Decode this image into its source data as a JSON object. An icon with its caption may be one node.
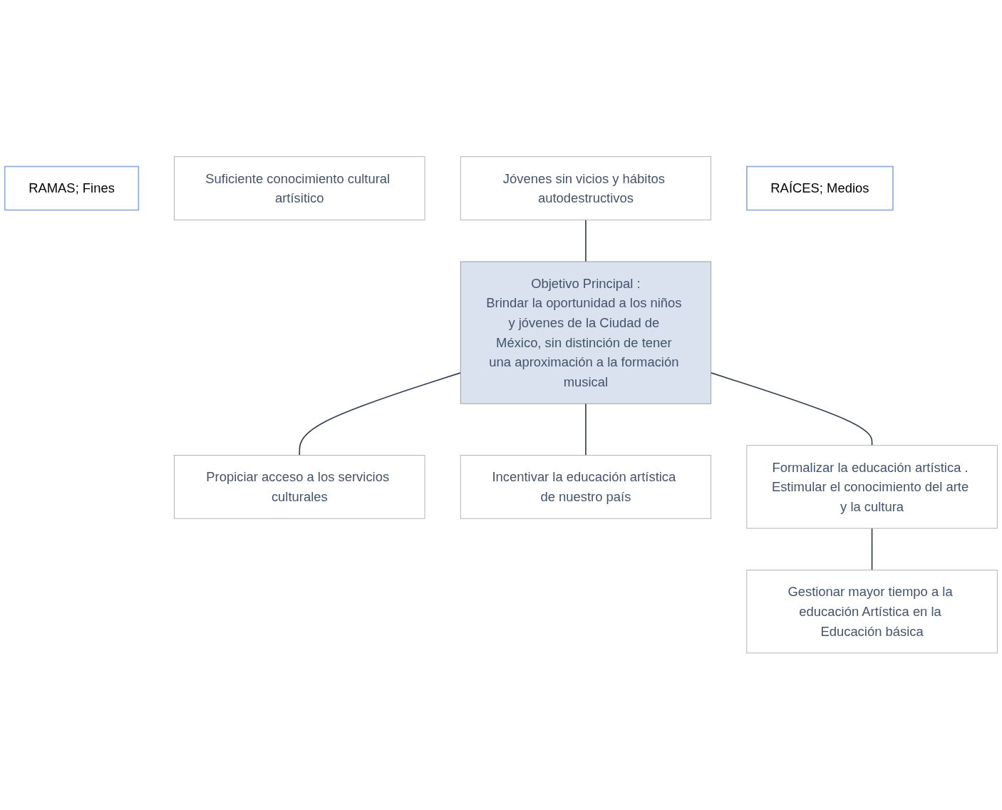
{
  "diagram": {
    "nodes": [
      {
        "text": [
          "RAMAS; Fines"
        ]
      },
      {
        "text": [
          "Suficiente conocimiento cultural artísitico"
        ]
      },
      {
        "text": [
          "Jóvenes sin vicios y hábitos autodestructivos"
        ]
      },
      {
        "text": [
          "Objetivo Principal :",
          "Brindar la oportunidad a los niños y jóvenes de la Ciudad de México, sin distinción de tener una aproximación a la formación musical"
        ]
      },
      {
        "text": [
          "Propiciar acceso a los servicios culturales"
        ]
      },
      {
        "text": [
          "Incentivar la educación artística de nuestro país"
        ]
      },
      {
        "text": [
          "Formalizar la educación artística . Estimular el conocimiento del arte y la cultura"
        ]
      },
      {
        "text": [
          "RAÍCES; Medios"
        ]
      },
      {
        "text": [
          "Gestionar mayor tiempo a la educación Artística en la Educación básica"
        ]
      }
    ],
    "edges": [
      {
        "from": 2,
        "to": 3,
        "arrow": "none"
      },
      {
        "from": 3,
        "to": 4,
        "arrow": "none"
      },
      {
        "from": 3,
        "to": 5,
        "arrow": "none"
      },
      {
        "from": 3,
        "to": 6,
        "arrow": "none"
      },
      {
        "from": 6,
        "to": 8,
        "arrow": "none"
      }
    ]
  }
}
